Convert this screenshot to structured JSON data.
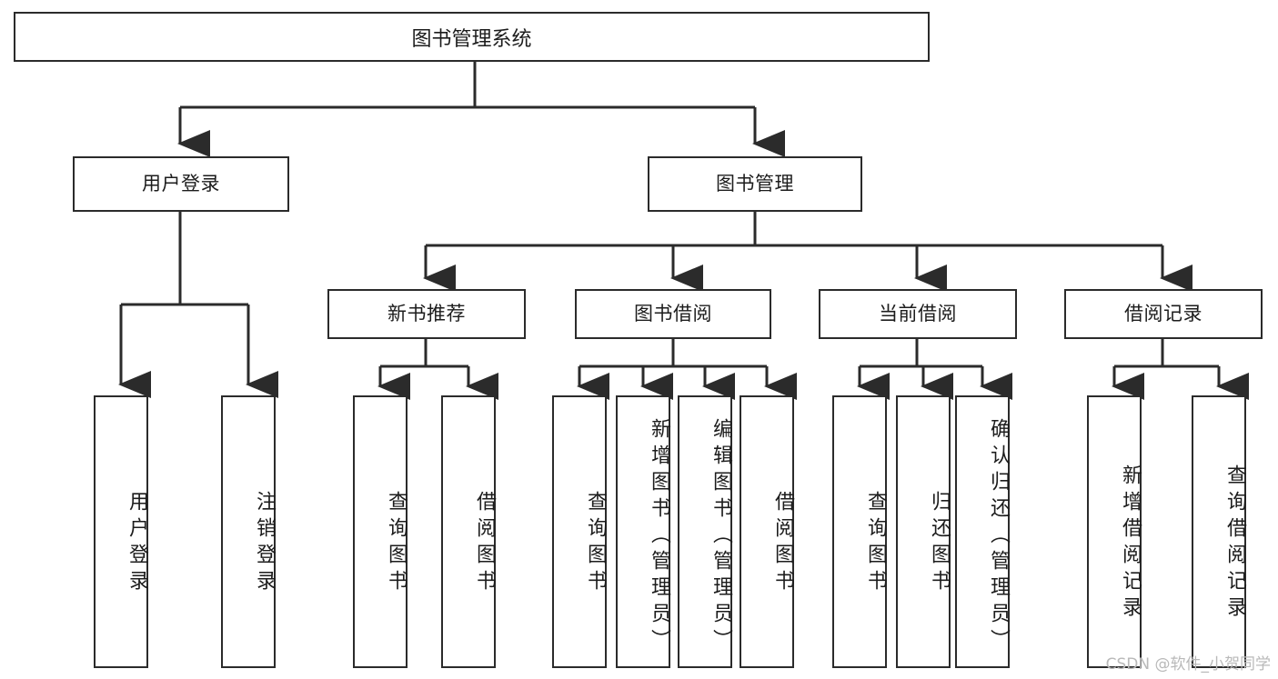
{
  "diagram": {
    "type": "tree-hierarchy",
    "title": "图书管理系统",
    "orientation": "top-down",
    "accent_color": "#2b2b2b",
    "background_color": "#ffffff",
    "root": {
      "label": "图书管理系统"
    },
    "level1": [
      {
        "label": "用户登录"
      },
      {
        "label": "图书管理"
      }
    ],
    "level2": [
      {
        "label": "新书推荐"
      },
      {
        "label": "图书借阅"
      },
      {
        "label": "当前借阅"
      },
      {
        "label": "借阅记录"
      }
    ],
    "leaves": {
      "user_login": [
        {
          "label": "用户登录"
        },
        {
          "label": "注销登录"
        }
      ],
      "new_book_recommend": [
        {
          "label": "查询图书"
        },
        {
          "label": "借阅图书"
        }
      ],
      "book_borrow": [
        {
          "label": "查询图书"
        },
        {
          "label": "新增图书（管理员）"
        },
        {
          "label": "编辑图书（管理员）"
        },
        {
          "label": "借阅图书"
        }
      ],
      "current_borrow": [
        {
          "label": "查询图书"
        },
        {
          "label": "归还图书"
        },
        {
          "label": "确认归还（管理员）"
        }
      ],
      "borrow_record": [
        {
          "label": "新增借阅记录"
        },
        {
          "label": "查询借阅记录"
        }
      ]
    }
  },
  "watermark": {
    "text": "CSDN @软件_小贺同学"
  }
}
